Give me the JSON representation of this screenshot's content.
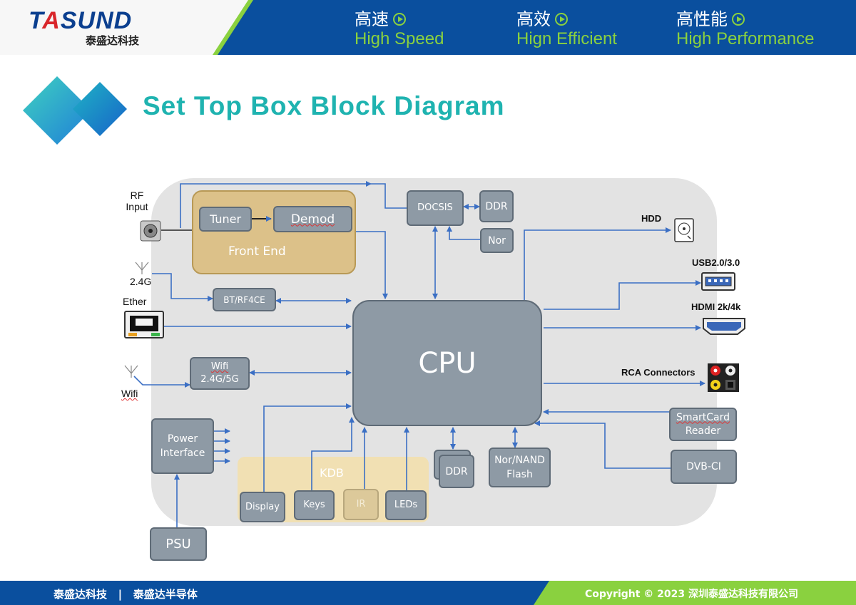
{
  "header": {
    "logo_text_main": "TASUND",
    "logo_subtitle": "泰盛达科技",
    "slogans": [
      {
        "cn": "高速",
        "en": "High Speed"
      },
      {
        "cn": "高效",
        "en": "Hign Efficient"
      },
      {
        "cn": "高性能",
        "en": "High Performance"
      }
    ],
    "colors": {
      "brand_blue": "#0a4f9e",
      "brand_green": "#8ad13f",
      "title_teal": "#1fb3b0"
    }
  },
  "title": "Set Top Box Block Diagram",
  "diagram": {
    "front_end": {
      "label": "Front End",
      "tuner": "Tuner",
      "demod": "Demod"
    },
    "cpu": "CPU",
    "docsis": "DOCSIS",
    "ddr_top": "DDR",
    "nor_top": "Nor",
    "bt": "BT/RF4CE",
    "wifi_block": [
      "Wifi",
      "2.4G/5G"
    ],
    "power_interface": [
      "Power",
      "Interface"
    ],
    "psu": "PSU",
    "kdb": {
      "label": "KDB",
      "display": "Display",
      "keys": "Keys",
      "ir": "IR",
      "leds": "LEDs"
    },
    "ddr_bottom": "DDR",
    "nand": [
      "Nor/NAND",
      "Flash"
    ],
    "smartcard": [
      "SmartCard",
      "Reader"
    ],
    "dvb_ci": "DVB-CI",
    "inputs": {
      "rf": [
        "RF",
        "Input"
      ],
      "bt_antenna": "2.4G",
      "ether": "Ether",
      "wifi": "Wifi"
    },
    "outputs": {
      "hdd": "HDD",
      "usb": "USB2.0/3.0",
      "hdmi": "HDMI  2k/4k",
      "rca": "RCA Connectors"
    }
  },
  "footer": {
    "left": "泰盛达科技   |   泰盛达半导体",
    "right": "Copyright © 2023 深圳泰盛达科技有限公司"
  }
}
